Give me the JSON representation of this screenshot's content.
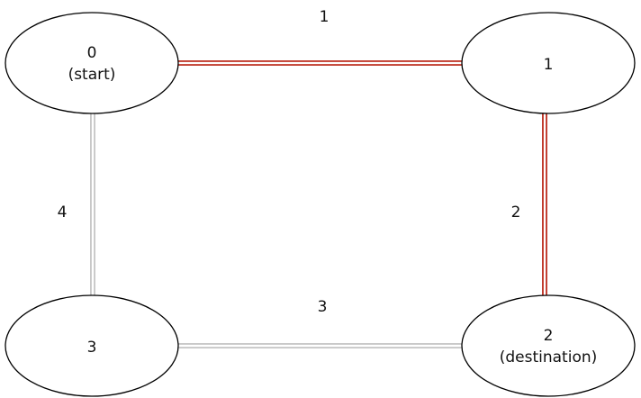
{
  "diagram": {
    "nodes": [
      {
        "id": "n0",
        "lines": [
          "0",
          "(start)"
        ]
      },
      {
        "id": "n1",
        "lines": [
          "1"
        ]
      },
      {
        "id": "n2",
        "lines": [
          "2",
          "(destination)"
        ]
      },
      {
        "id": "n3",
        "lines": [
          "3"
        ]
      }
    ],
    "edges": [
      {
        "id": "e01",
        "from": "n0",
        "to": "n1",
        "weight": "1",
        "on_path": true
      },
      {
        "id": "e12",
        "from": "n1",
        "to": "n2",
        "weight": "2",
        "on_path": true
      },
      {
        "id": "e32",
        "from": "n3",
        "to": "n2",
        "weight": "3",
        "on_path": false
      },
      {
        "id": "e03",
        "from": "n0",
        "to": "n3",
        "weight": "4",
        "on_path": false
      }
    ],
    "colors": {
      "path_edge": "#c0392b",
      "other_edge": "#c8c8c8",
      "node_border": "#000000"
    }
  }
}
